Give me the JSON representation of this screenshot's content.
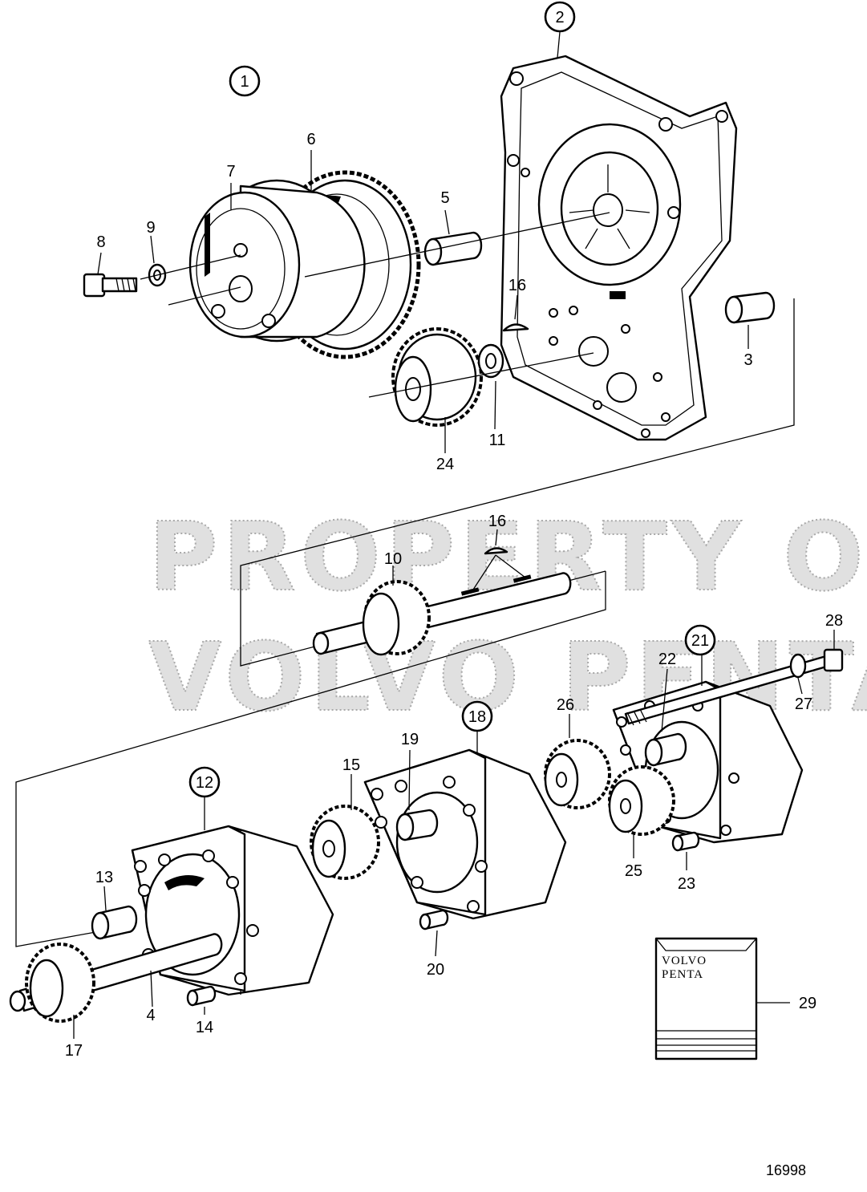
{
  "diagram": {
    "reference_number": "16998",
    "watermark": {
      "line1": "PROPERTY OF",
      "line2": "VOLVO PENTA"
    },
    "label_box": {
      "brand_line1": "VOLVO",
      "brand_line2": "PENTA"
    },
    "assembly_callouts": [
      "1",
      "2",
      "12",
      "18",
      "21"
    ],
    "part_callouts": [
      "3",
      "4",
      "5",
      "6",
      "7",
      "8",
      "9",
      "10",
      "11",
      "13",
      "14",
      "15",
      "16",
      "16",
      "17",
      "19",
      "20",
      "22",
      "23",
      "24",
      "25",
      "26",
      "27",
      "28",
      "29"
    ]
  }
}
